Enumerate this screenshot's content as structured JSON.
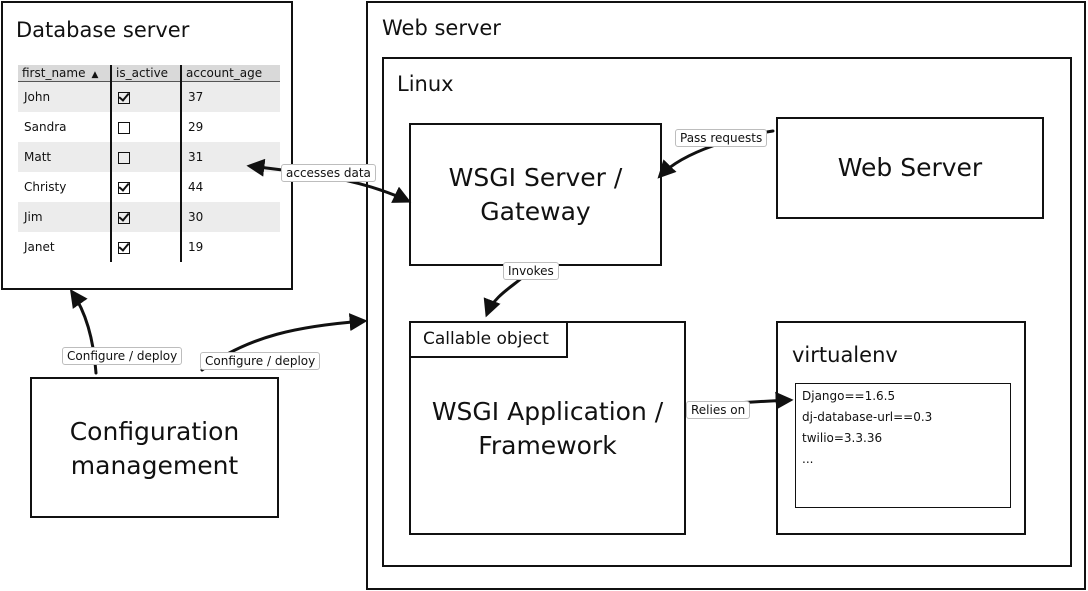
{
  "database_server": {
    "title": "Database server",
    "table": {
      "columns": [
        "first_name",
        "is_active",
        "account_age"
      ],
      "rows": [
        {
          "first_name": "John",
          "is_active": true,
          "account_age": "37"
        },
        {
          "first_name": "Sandra",
          "is_active": false,
          "account_age": "29"
        },
        {
          "first_name": "Matt",
          "is_active": false,
          "account_age": "31"
        },
        {
          "first_name": "Christy",
          "is_active": true,
          "account_age": "44"
        },
        {
          "first_name": "Jim",
          "is_active": true,
          "account_age": "30"
        },
        {
          "first_name": "Janet",
          "is_active": true,
          "account_age": "19"
        }
      ]
    }
  },
  "web_server_outer": {
    "title": "Web server"
  },
  "linux": {
    "title": "Linux"
  },
  "wsgi_server": {
    "line1": "WSGI Server /",
    "line2": "Gateway"
  },
  "web_server_inner": {
    "title": "Web Server"
  },
  "wsgi_app": {
    "header": "Callable object",
    "line1": "WSGI Application /",
    "line2": "Framework"
  },
  "virtualenv": {
    "title": "virtualenv",
    "packages": [
      "Django==1.6.5",
      "dj-database-url==0.3",
      "twilio=3.3.36",
      "..."
    ]
  },
  "config_mgmt": {
    "line1": "Configuration",
    "line2": "management"
  },
  "connectors": {
    "accesses_data": "accesses data",
    "pass_requests": "Pass requests",
    "invokes": "Invokes",
    "relies_on": "Relies on",
    "configure_deploy_db": "Configure / deploy",
    "configure_deploy_web": "Configure / deploy"
  }
}
